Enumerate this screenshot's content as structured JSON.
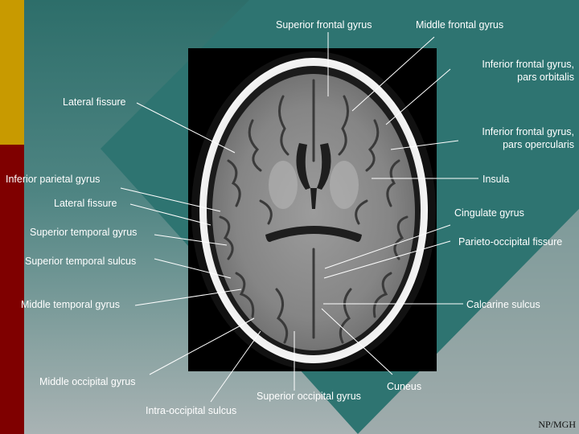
{
  "labels": {
    "superior_frontal_gyrus": "Superior frontal gyrus",
    "middle_frontal_gyrus": "Middle frontal gyrus",
    "inferior_frontal_orbitalis_line1": "Inferior frontal gyrus,",
    "inferior_frontal_orbitalis_line2": "pars orbitalis",
    "lateral_fissure_top": "Lateral fissure",
    "inferior_frontal_opercularis_line1": "Inferior frontal gyrus,",
    "inferior_frontal_opercularis_line2": "pars opercularis",
    "inferior_parietal_gyrus": "Inferior parietal gyrus",
    "insula": "Insula",
    "lateral_fissure_left": "Lateral fissure",
    "cingulate_gyrus": "Cingulate gyrus",
    "superior_temporal_gyrus": "Superior temporal gyrus",
    "parieto_occipital_fissure": "Parieto-occipital fissure",
    "superior_temporal_sulcus": "Superior temporal sulcus",
    "middle_temporal_gyrus": "Middle temporal gyrus",
    "calcarine_sulcus": "Calcarine sulcus",
    "middle_occipital_gyrus": "Middle occipital gyrus",
    "cuneus": "Cuneus",
    "superior_occipital_gyrus": "Superior occipital gyrus",
    "intra_occipital_sulcus": "Intra-occipital sulcus"
  },
  "credit": "NP/MGH",
  "colors": {
    "gold_bar": "#c89a00",
    "red_bar": "#7f0000",
    "label_text": "#ffffff",
    "leader_line": "#ffffff"
  }
}
